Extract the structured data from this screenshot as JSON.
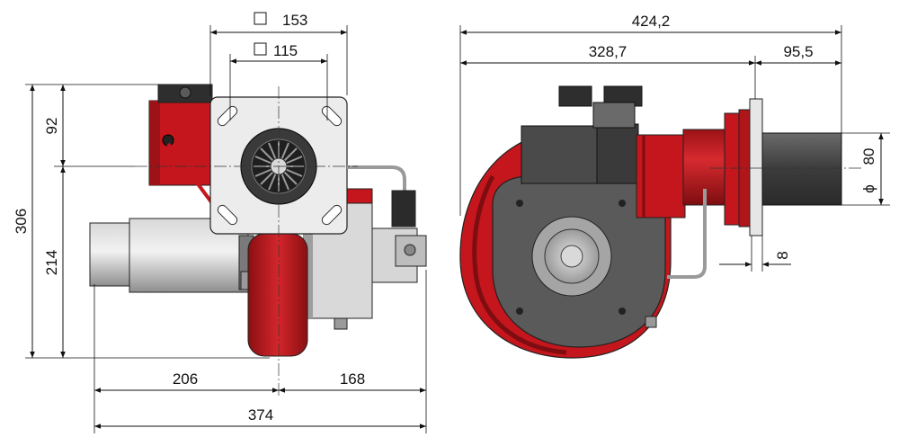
{
  "dimensions": {
    "square_outer": "153",
    "square_inner": "115",
    "height_total": "306",
    "height_upper": "92",
    "height_lower": "214",
    "width_left": "206",
    "width_right": "168",
    "width_total": "374",
    "length_total": "424,2",
    "length_body": "328,7",
    "length_tube": "95,5",
    "tube_diameter": "80",
    "flange_thickness": "8"
  },
  "symbols": {
    "square": "□",
    "diameter": "ϕ"
  },
  "colors": {
    "housing_red": "#c4161c",
    "housing_dark_red": "#7d0d10",
    "motor_grey": "#b8b8b8",
    "tube_grey": "#4a4a4a",
    "flange_plate": "#ececec",
    "dark_body": "#555555"
  }
}
